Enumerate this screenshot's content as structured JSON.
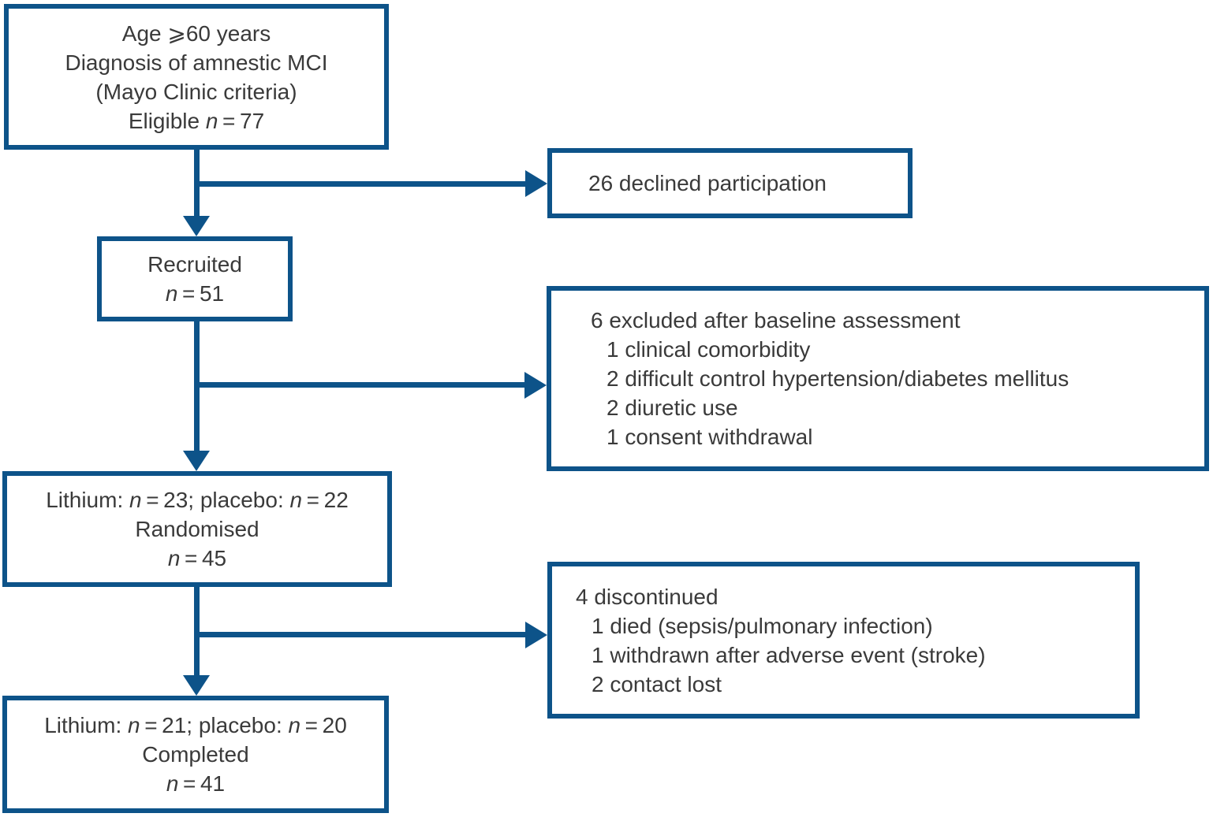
{
  "figure": {
    "type": "participant-flow-diagram",
    "colors": {
      "line_blue": "#0d5389",
      "text": "#3a3a3a",
      "background": "#ffffff"
    }
  },
  "boxes": {
    "eligible": {
      "align": "center",
      "lines": [
        {
          "segments": [
            {
              "t": "Age ⩾60 years"
            }
          ]
        },
        {
          "segments": [
            {
              "t": "Diagnosis of amnestic MCI"
            }
          ]
        },
        {
          "segments": [
            {
              "t": "(Mayo Clinic criteria)"
            }
          ]
        },
        {
          "segments": [
            {
              "t": "Eligible "
            },
            {
              "t": "n",
              "i": true
            },
            {
              "t": " = 77"
            }
          ]
        }
      ]
    },
    "declined": {
      "align": "left",
      "lines": [
        {
          "segments": [
            {
              "t": "26 declined participation"
            }
          ]
        }
      ]
    },
    "recruited": {
      "align": "center",
      "lines": [
        {
          "segments": [
            {
              "t": "Recruited"
            }
          ]
        },
        {
          "segments": [
            {
              "t": "n",
              "i": true
            },
            {
              "t": " = 51"
            }
          ]
        }
      ]
    },
    "excluded": {
      "align": "left",
      "lines": [
        {
          "segments": [
            {
              "t": "6 excluded after baseline assessment"
            }
          ]
        },
        {
          "indent": true,
          "segments": [
            {
              "t": "1 clinical comorbidity"
            }
          ]
        },
        {
          "indent": true,
          "segments": [
            {
              "t": "2 difficult control hypertension/diabetes mellitus"
            }
          ]
        },
        {
          "indent": true,
          "segments": [
            {
              "t": "2 diuretic use"
            }
          ]
        },
        {
          "indent": true,
          "segments": [
            {
              "t": "1 consent withdrawal"
            }
          ]
        }
      ]
    },
    "randomised": {
      "align": "center",
      "lines": [
        {
          "segments": [
            {
              "t": "Lithium: "
            },
            {
              "t": "n",
              "i": true
            },
            {
              "t": " = 23; placebo: "
            },
            {
              "t": "n",
              "i": true
            },
            {
              "t": " = 22"
            }
          ]
        },
        {
          "segments": [
            {
              "t": "Randomised"
            }
          ]
        },
        {
          "segments": [
            {
              "t": "n",
              "i": true
            },
            {
              "t": " = 45"
            }
          ]
        }
      ]
    },
    "discontinued": {
      "align": "left",
      "lines": [
        {
          "segments": [
            {
              "t": "4 discontinued"
            }
          ]
        },
        {
          "indent": true,
          "segments": [
            {
              "t": "1 died (sepsis/pulmonary infection)"
            }
          ]
        },
        {
          "indent": true,
          "segments": [
            {
              "t": "1 withdrawn after adverse event (stroke)"
            }
          ]
        },
        {
          "indent": true,
          "segments": [
            {
              "t": "2 contact lost"
            }
          ]
        }
      ]
    },
    "completed": {
      "align": "center",
      "lines": [
        {
          "segments": [
            {
              "t": "Lithium: "
            },
            {
              "t": "n",
              "i": true
            },
            {
              "t": " = 21; placebo: "
            },
            {
              "t": "n",
              "i": true
            },
            {
              "t": " = 20"
            }
          ]
        },
        {
          "segments": [
            {
              "t": "Completed"
            }
          ]
        },
        {
          "segments": [
            {
              "t": "n",
              "i": true
            },
            {
              "t": " = 41"
            }
          ]
        }
      ]
    }
  }
}
